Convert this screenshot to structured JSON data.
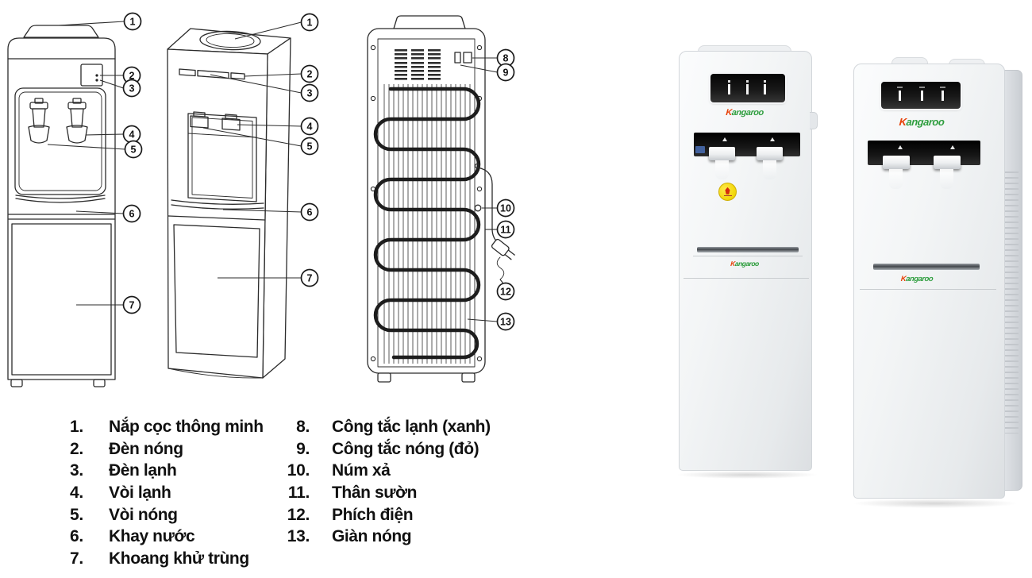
{
  "legend": {
    "left": [
      {
        "num": "1.",
        "label": "Nắp cọc thông minh"
      },
      {
        "num": "2.",
        "label": "Đèn nóng"
      },
      {
        "num": "3.",
        "label": "Đèn lạnh"
      },
      {
        "num": "4.",
        "label": "Vòi lạnh"
      },
      {
        "num": "5.",
        "label": "Vòi nóng"
      },
      {
        "num": "6.",
        "label": "Khay nước"
      },
      {
        "num": "7.",
        "label": "Khoang khử trùng"
      }
    ],
    "right": [
      {
        "num": "8.",
        "label": "Công tắc lạnh (xanh)"
      },
      {
        "num": "9.",
        "label": "Công tắc nóng (đỏ)"
      },
      {
        "num": "10.",
        "label": "Núm xả"
      },
      {
        "num": "11.",
        "label": "Thân sườn"
      },
      {
        "num": "12.",
        "label": "Phích điện"
      },
      {
        "num": "13.",
        "label": "Giàn nóng"
      }
    ]
  },
  "diagram": {
    "callouts": {
      "n1": "1",
      "n2": "2",
      "n3": "3",
      "n4": "4",
      "n5": "5",
      "n6": "6",
      "n7": "7",
      "n8": "8",
      "n9": "9",
      "n10": "10",
      "n11": "11",
      "n12": "12",
      "n13": "13"
    }
  },
  "photos": {
    "brand_initial": "K",
    "brand_rest": "angaroo"
  },
  "colors": {
    "brand_green": "#2f9e3f",
    "brand_red": "#e8420a",
    "sticker_yellow": "#f3d910",
    "diagram_ink": "#2b2b2b",
    "panel_black": "#161616"
  }
}
